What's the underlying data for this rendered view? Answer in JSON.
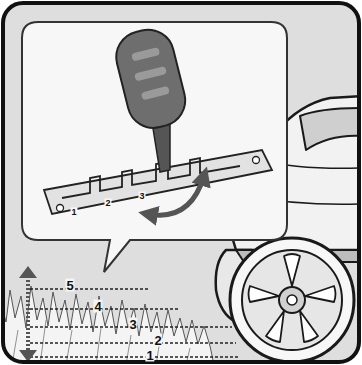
{
  "diagram": {
    "labels": [
      "1",
      "2",
      "3",
      "5",
      "4",
      "3",
      "2",
      "1"
    ]
  }
}
